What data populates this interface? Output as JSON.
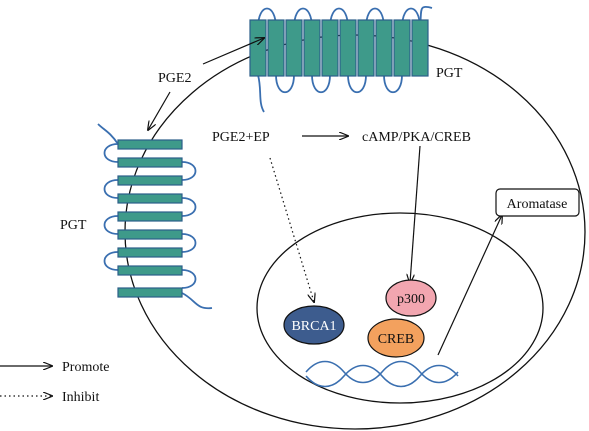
{
  "colors": {
    "membrane": "#111111",
    "transporter_fill": "#3e9a8a",
    "transporter_stroke": "#2c5f8a",
    "loop_stroke": "#3a6fb0",
    "brca1_fill": "#3d5c8e",
    "p300_fill": "#f2a6b0",
    "creb_fill": "#f3a15e",
    "dna_stroke": "#3a6fb0"
  },
  "labels": {
    "pge2": "PGE2",
    "pgt_top": "PGT",
    "pgt_left": "PGT",
    "pge2_ep": "PGE2+EP",
    "camp_pka_creb": "cAMP/PKA/CREB",
    "aromatase": "Aromatase",
    "brca1": "BRCA1",
    "p300": "p300",
    "creb": "CREB"
  },
  "legend": {
    "promote": "Promote",
    "inhibit": "Inhibit"
  }
}
